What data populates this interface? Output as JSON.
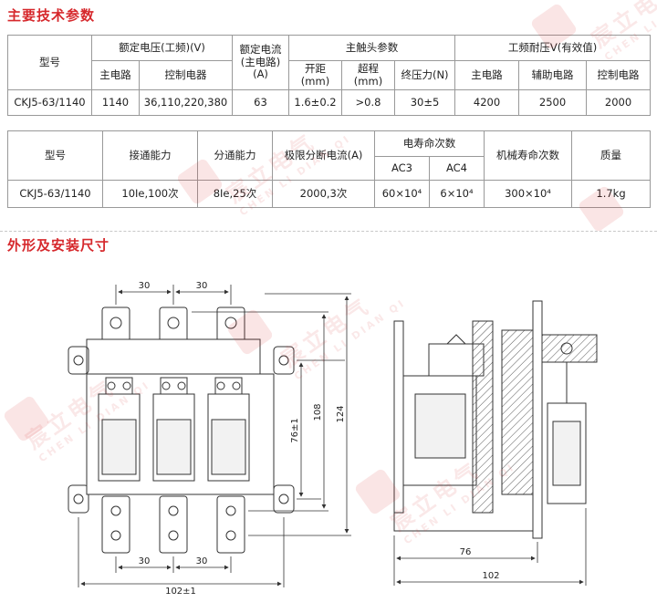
{
  "section1": {
    "title": "主要技术参数"
  },
  "table1": {
    "model_header": "型号",
    "rated_voltage_header": "额定电压(工频)(V)",
    "rated_voltage_sub": [
      "主电路",
      "控制电器"
    ],
    "rated_current_header": "额定电流(主电路)(A)",
    "main_contact_header": "主触头参数",
    "main_contact_sub": [
      "开距(mm)",
      "超程(mm)",
      "终压力(N)"
    ],
    "withstand_header": "工频耐压V(有效值)",
    "withstand_sub": [
      "主电路",
      "辅助电路",
      "控制电路"
    ],
    "row": [
      "CKJ5-63/1140",
      "1140",
      "36,110,220,380",
      "63",
      "1.6±0.2",
      ">0.8",
      "30±5",
      "4200",
      "2500",
      "2000"
    ]
  },
  "table2": {
    "headers": [
      "型号",
      "接通能力",
      "分通能力",
      "极限分断电流(A)",
      "电寿命次数",
      "机械寿命次数",
      "质量"
    ],
    "elec_sub": [
      "AC3",
      "AC4"
    ],
    "row": [
      "CKJ5-63/1140",
      "10Ie,100次",
      "8Ie,25次",
      "2000,3次",
      "60×10⁴",
      "6×10⁴",
      "300×10⁴",
      "1.7kg"
    ]
  },
  "section2": {
    "title": "外形及安装尺寸"
  },
  "dimensions": {
    "top_pitch_left": "30",
    "top_pitch_right": "30",
    "bottom_pitch_left": "30",
    "bottom_pitch_right": "30",
    "overall_width": "102±1",
    "height_inner": "76±1",
    "height_mid": "108",
    "height_total": "124",
    "side_depth_inner": "76",
    "side_depth_total": "102"
  },
  "watermark": {
    "cn": "宸立电气",
    "en": "CHEN LI DIAN QI"
  },
  "colors": {
    "accent": "#d6282c",
    "line": "#333333"
  }
}
